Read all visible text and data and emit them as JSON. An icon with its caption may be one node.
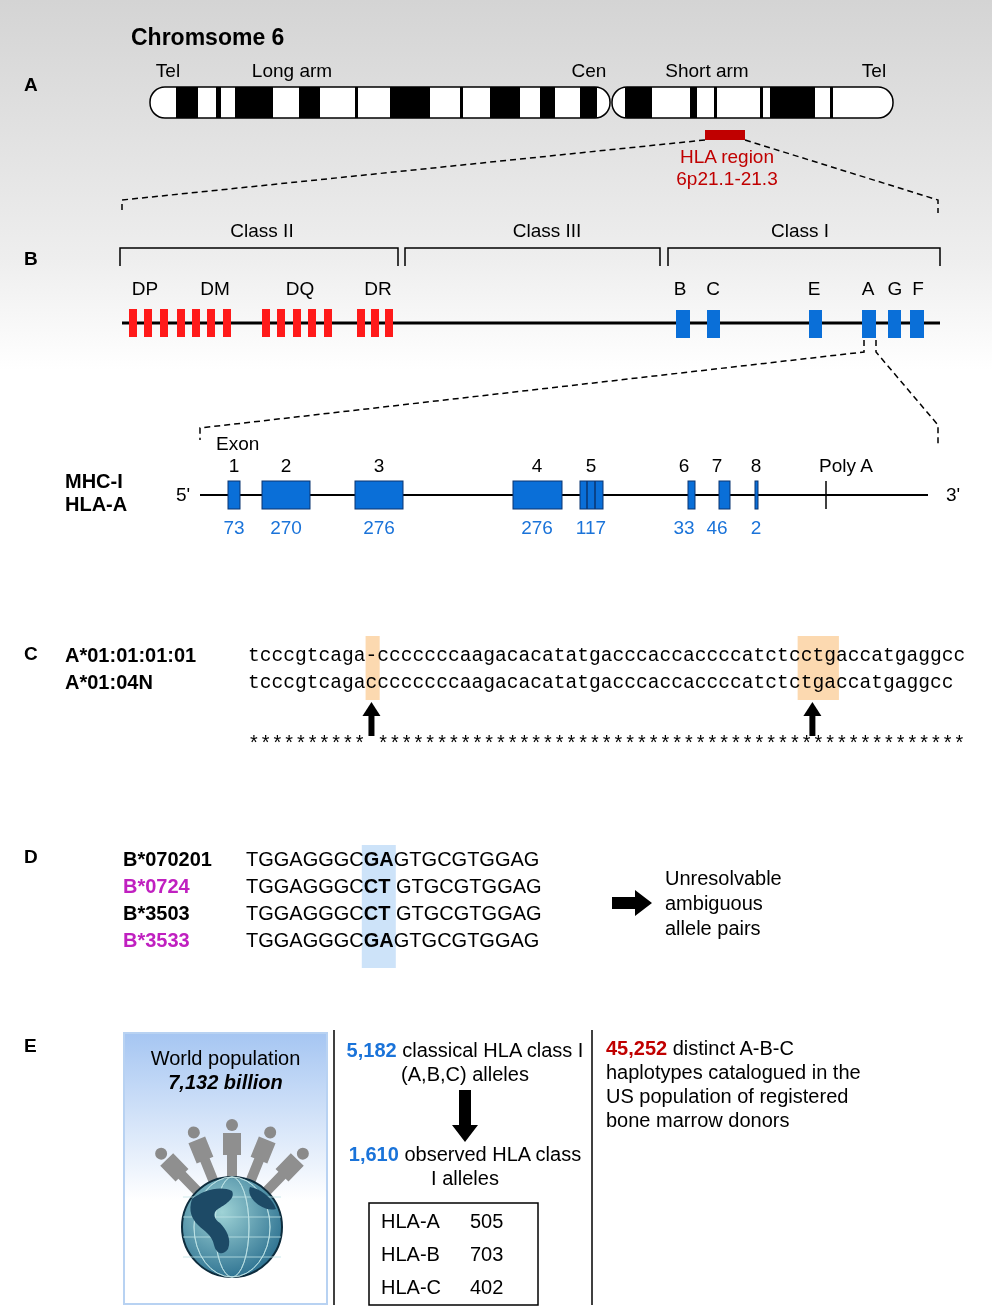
{
  "diagram": {
    "nodes": [
      {
        "text": [
          "World population",
          "7,132 billion"
        ]
      },
      {
        "text": [
          "**5,182** classical HLA class I (A,B,C) alleles"
        ]
      },
      {
        "text": [
          "**1,610** observed HLA class I alleles"
        ]
      },
      {
        "text": [
          "**45,252** distinct A-B-C haplotypes catalogued in the US population of registered bone marrow donors"
        ]
      },
      {
        "text": [
          "Unresolvable ambiguous allele pairs"
        ]
      }
    ],
    "edges": [
      {
        "from": 1,
        "to": 2,
        "arrow": "to",
        "style": "thick"
      },
      {
        "from": null,
        "to": 4,
        "arrow": "to",
        "style": "thick"
      }
    ],
    "labels": [
      "Chromsome 6",
      "A",
      "Tel",
      "Long arm",
      "Cen",
      "Short arm",
      "Tel",
      "HLA region 6p21.1-21.3",
      "B",
      "Class II",
      "Class III",
      "Class I",
      "DP",
      "DM",
      "DQ",
      "DR",
      "B",
      "C",
      "E",
      "A",
      "G",
      "F",
      "Exon",
      "1",
      "2",
      "3",
      "4",
      "5",
      "6",
      "7",
      "8",
      "Poly A",
      "MHC-I HLA-A",
      "5'",
      "3'",
      "73",
      "270",
      "276",
      "276",
      "117",
      "33",
      "46",
      "2",
      "C",
      "A*01:01:01:01",
      "tcccgtcaga-cccccccaagacacatatgacccaccaccccatctcctgaccatgaggcc",
      "A*01:04N",
      "tcccgtcagaccccccccaagacacatatgacccaccaccccatctctgaccatgaggcc",
      "********** **************************************************",
      "D",
      "B*070201",
      "TGGAGGGC**GA**GTGCGTGGAG",
      "B*0724",
      "TGGAGGGC**CT** GTGCGTGGAG",
      "B*3503",
      "TGGAGGGC**CT** GTGCGTGGAG",
      "B*3533",
      "TGGAGGGC**GA**GTGCGTGGAG",
      "E",
      "HLA-A",
      "505",
      "HLA-B",
      "703",
      "HLA-C",
      "402"
    ]
  }
}
